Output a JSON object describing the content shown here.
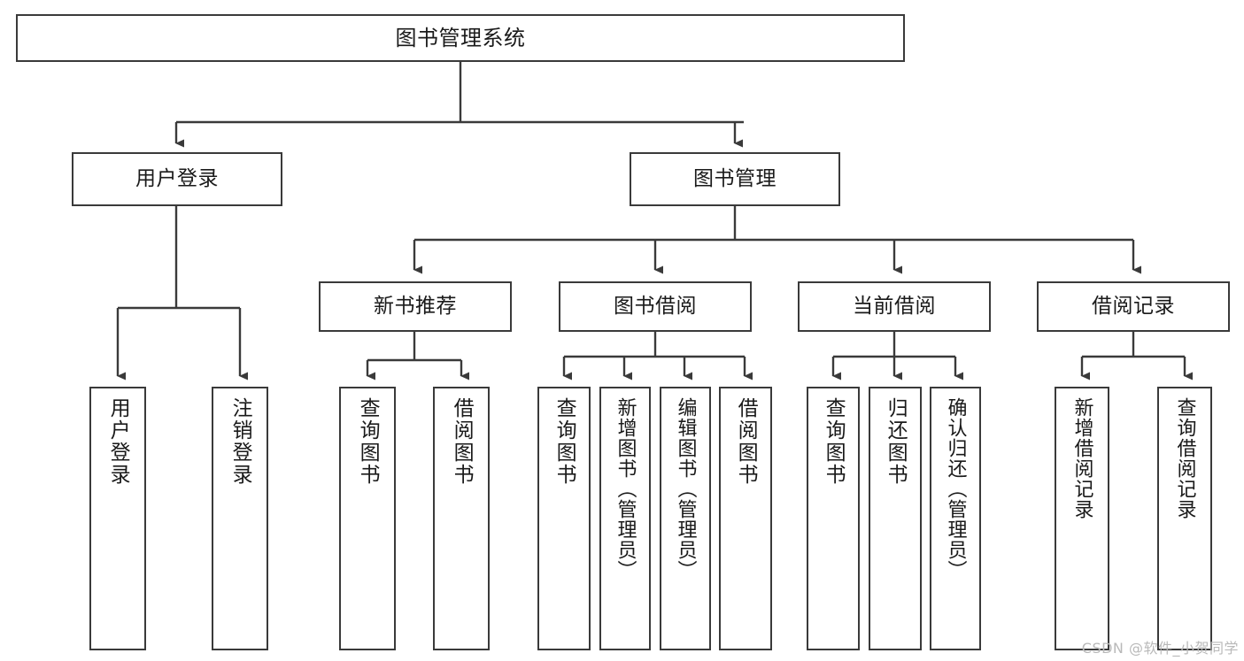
{
  "diagram": {
    "title": "图书管理系统",
    "type": "tree",
    "background_color": "#ffffff",
    "node_border_color": "#3a3a3a",
    "node_fill_color": "#ffffff",
    "text_color": "#1a1a1a",
    "watermark": "CSDN @软件_小贺同学",
    "levels": {
      "root": {
        "label": "图书管理系统"
      },
      "level1": [
        {
          "id": "user-login",
          "label": "用户登录"
        },
        {
          "id": "book-manage",
          "label": "图书管理"
        }
      ],
      "level2": [
        {
          "id": "new-book-recommend",
          "label": "新书推荐",
          "parent": "book-manage"
        },
        {
          "id": "book-borrow",
          "label": "图书借阅",
          "parent": "book-manage"
        },
        {
          "id": "current-borrow",
          "label": "当前借阅",
          "parent": "book-manage"
        },
        {
          "id": "borrow-record",
          "label": "借阅记录",
          "parent": "book-manage"
        }
      ],
      "leaves": [
        {
          "id": "leaf-user-login",
          "label": "用户登录",
          "parent": "user-login"
        },
        {
          "id": "leaf-logout-login",
          "label": "注销登录",
          "parent": "user-login"
        },
        {
          "id": "leaf-query-book-1",
          "label": "查询图书",
          "parent": "new-book-recommend"
        },
        {
          "id": "leaf-borrow-book-1",
          "label": "借阅图书",
          "parent": "new-book-recommend"
        },
        {
          "id": "leaf-query-book-2",
          "label": "查询图书",
          "parent": "book-borrow"
        },
        {
          "id": "leaf-add-book",
          "label": "新增图书（管理员）",
          "parent": "book-borrow"
        },
        {
          "id": "leaf-edit-book",
          "label": "编辑图书（管理员）",
          "parent": "book-borrow"
        },
        {
          "id": "leaf-borrow-book-2",
          "label": "借阅图书",
          "parent": "book-borrow"
        },
        {
          "id": "leaf-query-book-3",
          "label": "查询图书",
          "parent": "current-borrow"
        },
        {
          "id": "leaf-return-book",
          "label": "归还图书",
          "parent": "current-borrow"
        },
        {
          "id": "leaf-confirm-return",
          "label": "确认归还（管理员）",
          "parent": "current-borrow"
        },
        {
          "id": "leaf-add-record",
          "label": "新增借阅记录",
          "parent": "borrow-record"
        },
        {
          "id": "leaf-query-record",
          "label": "查询借阅记录",
          "parent": "borrow-record"
        }
      ]
    }
  }
}
